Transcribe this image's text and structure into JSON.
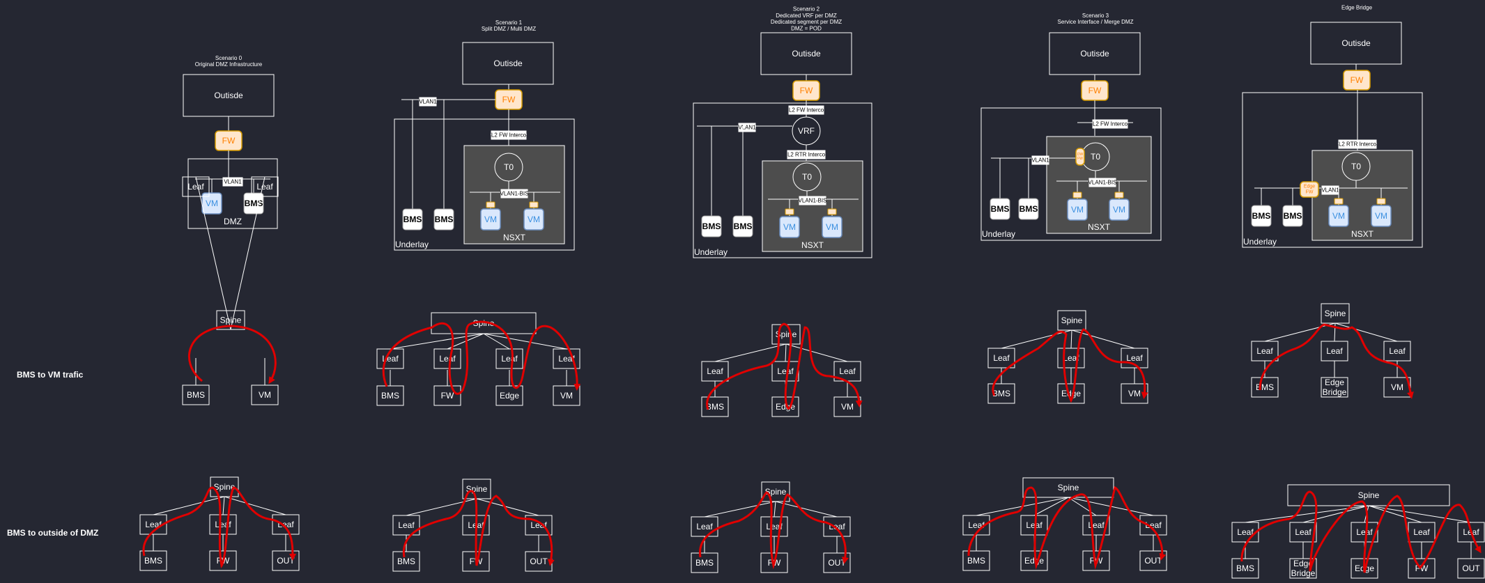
{
  "row_labels": {
    "bms_vm": "BMS to VM trafic",
    "bms_out": "BMS to outside of DMZ"
  },
  "scenarios": [
    {
      "title": [
        "Scenario 0",
        "Original DMZ Infrastructure"
      ],
      "outside": "Outisde",
      "fw": "FW",
      "vlan": "VLAN1",
      "vm": "VM",
      "bms": "BMS",
      "dmz": "DMZ"
    },
    {
      "title": [
        "Scenario 1",
        "Split DMZ / Multi DMZ"
      ],
      "outside": "Outisde",
      "fw": "FW",
      "vlan": "VLAN1",
      "interco": "L2 FW Interco",
      "t0": "T0",
      "vlan_bis": "VLAN1-BIS",
      "vm": "VM",
      "bms": "BMS",
      "nsxt": "NSXT",
      "underlay": "Underlay"
    },
    {
      "title": [
        "Scenario 2",
        "Dedicated VRF per DMZ",
        "Dedicated segment per DMZ",
        "DMZ = POD"
      ],
      "outside": "Outisde",
      "fw": "FW",
      "vlan": "VLAN1",
      "interco": "L2 FW Interco",
      "vrf": "VRF",
      "rtr_interco": "L2 RTR Interco",
      "t0": "T0",
      "vlan_bis": "VLAN1-BIS",
      "vm": "VM",
      "bms": "BMS",
      "nsxt": "NSXT",
      "underlay": "Underlay"
    },
    {
      "title": [
        "Scenario 3",
        "Service Interface / Merge DMZ"
      ],
      "outside": "Outisde",
      "fw": "FW",
      "vlan": "VLAN1",
      "interco": "L2 FW Interco",
      "t0": "T0",
      "vlan_bis": "VLAN1-BIS",
      "vm": "VM",
      "bms": "BMS",
      "nsxt": "NSXT",
      "underlay": "Underlay"
    },
    {
      "title": [
        "Edge Bridge"
      ],
      "outside": "Outisde",
      "fw": "FW",
      "vlan": "VLAN1",
      "rtr_interco": "L2 RTR Interco",
      "t0": "T0",
      "edge_fw": [
        "Edge",
        "FW"
      ],
      "vm": "VM",
      "bms": "BMS",
      "nsxt": "NSXT",
      "underlay": "Underlay"
    }
  ],
  "flows_vm": [
    {
      "spine": "Spine",
      "leafs": [
        "Leaf",
        "Leaf"
      ],
      "hosts": [
        [
          "BMS"
        ],
        [
          "VM"
        ]
      ]
    },
    {
      "spine": "Spine",
      "leafs": [
        "Leaf",
        "Leaf",
        "Leaf",
        "Leaf"
      ],
      "hosts": [
        [
          "BMS"
        ],
        [
          "FW"
        ],
        [
          "Edge"
        ],
        [
          "VM"
        ]
      ]
    },
    {
      "spine": "Spine",
      "leafs": [
        "Leaf",
        "Leaf",
        "Leaf"
      ],
      "hosts": [
        [
          "BMS"
        ],
        [
          "Edge"
        ],
        [
          "VM"
        ]
      ]
    },
    {
      "spine": "Spine",
      "leafs": [
        "Leaf",
        "Leaf",
        "Leaf"
      ],
      "hosts": [
        [
          "BMS"
        ],
        [
          "Edge"
        ],
        [
          "VM"
        ]
      ]
    },
    {
      "spine": "Spine",
      "leafs": [
        "Leaf",
        "Leaf",
        "Leaf"
      ],
      "hosts": [
        [
          "BMS"
        ],
        [
          "Edge",
          "Bridge"
        ],
        [
          "VM"
        ]
      ]
    }
  ],
  "flows_out": [
    {
      "spine": "Spine",
      "leafs": [
        "Leaf",
        "Leaf",
        "Leaf"
      ],
      "hosts": [
        [
          "BMS"
        ],
        [
          "FW"
        ],
        [
          "OUT"
        ]
      ]
    },
    {
      "spine": "Spine",
      "leafs": [
        "Leaf",
        "Leaf",
        "Leaf"
      ],
      "hosts": [
        [
          "BMS"
        ],
        [
          "FW"
        ],
        [
          "OUT"
        ]
      ]
    },
    {
      "spine": "Spine",
      "leafs": [
        "Leaf",
        "Leaf",
        "Leaf"
      ],
      "hosts": [
        [
          "BMS"
        ],
        [
          "FW"
        ],
        [
          "OUT"
        ]
      ]
    },
    {
      "spine": "Spine",
      "leafs": [
        "Leaf",
        "Leaf",
        "Leaf",
        "Leaf"
      ],
      "hosts": [
        [
          "BMS"
        ],
        [
          "Edge"
        ],
        [
          "FW"
        ],
        [
          "OUT"
        ]
      ]
    },
    {
      "spine": "Spine",
      "leafs": [
        "Leaf",
        "Leaf",
        "Leaf",
        "Leaf",
        "Leaf"
      ],
      "hosts": [
        [
          "BMS"
        ],
        [
          "Edge",
          "Bridge"
        ],
        [
          "Edge"
        ],
        [
          "FW"
        ],
        [
          "OUT"
        ]
      ]
    }
  ],
  "colors": {
    "background": "#252732",
    "line": "#ffffff",
    "fw_fill": "#ffe6cc",
    "fw_stroke": "#d79b00",
    "fw_text": "#ff8000",
    "vm_fill": "#dae8fc",
    "vm_stroke": "#6c8ebf",
    "vm_text": "#3a8fe0",
    "nsxt_fill": "#4d4d4d",
    "traffic": "#e00000"
  }
}
